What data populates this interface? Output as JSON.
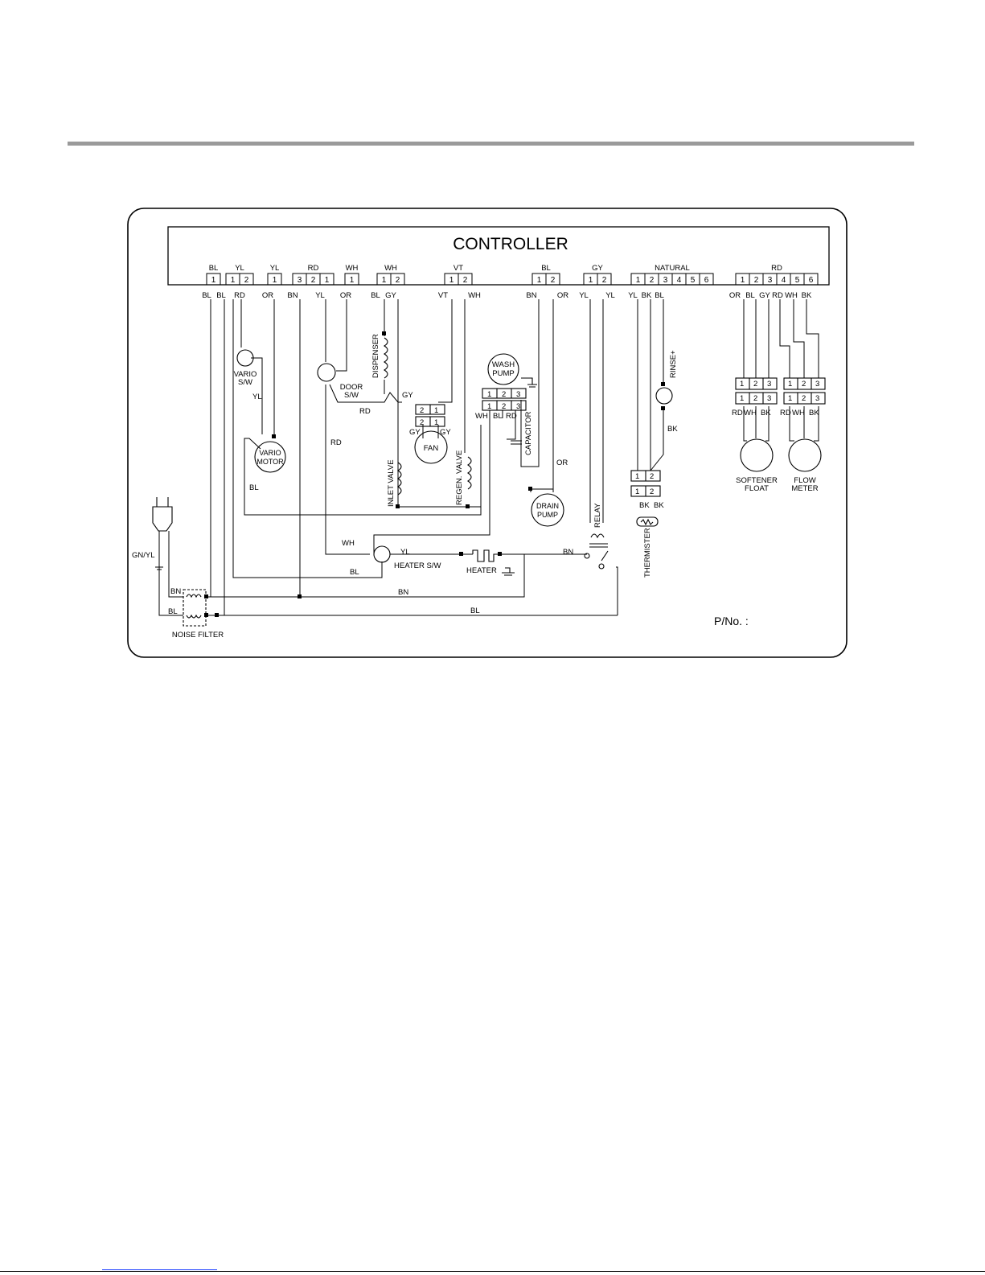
{
  "controller_title": "CONTROLLER",
  "part_number_label": "P/No. :",
  "controller_connectors": [
    {
      "id": "c1",
      "color": "BL",
      "pins": [
        "1"
      ]
    },
    {
      "id": "c2",
      "color": "YL",
      "pins": [
        "1",
        "2"
      ]
    },
    {
      "id": "c3",
      "color": "YL",
      "pins": [
        "1"
      ]
    },
    {
      "id": "c4",
      "color": "RD",
      "pins": [
        "3",
        "2",
        "1"
      ]
    },
    {
      "id": "c5",
      "color": "WH",
      "pins": [
        "1"
      ]
    },
    {
      "id": "c6",
      "color": "WH",
      "pins": [
        "1",
        "2"
      ]
    },
    {
      "id": "c7",
      "color": "VT",
      "pins": [
        "1",
        "2"
      ]
    },
    {
      "id": "c8",
      "color": "BL",
      "pins": [
        "1",
        "2"
      ]
    },
    {
      "id": "c9",
      "color": "GY",
      "pins": [
        "1",
        "2"
      ]
    },
    {
      "id": "c10",
      "color": "NATURAL",
      "pins": [
        "1",
        "2",
        "3",
        "4",
        "5",
        "6"
      ]
    },
    {
      "id": "c11",
      "color": "RD",
      "pins": [
        "1",
        "2",
        "3",
        "4",
        "5",
        "6"
      ]
    }
  ],
  "wire_colors_below_controller": [
    "BL",
    "BL",
    "RD",
    "OR",
    "BN",
    "YL",
    "OR",
    "BL",
    "GY",
    "VT",
    "WH",
    "BN",
    "OR",
    "YL",
    "YL",
    "YL",
    "BK",
    "BL",
    "OR",
    "BL",
    "GY",
    "RD",
    "WH",
    "BK"
  ],
  "components": {
    "vario_sw": [
      "VARIO",
      "S/W"
    ],
    "vario_motor": [
      "VARIO",
      "MOTOR"
    ],
    "door_sw": [
      "DOOR",
      "S/W"
    ],
    "dispenser": "DISPENSER",
    "fan": "FAN",
    "wash_pump": [
      "WASH",
      "PUMP"
    ],
    "capacitor": "CAPACITOR",
    "inlet_valve": "INLET VALVE",
    "regen_valve": "REGEN. VALVE",
    "drain_pump": [
      "DRAIN",
      "PUMP"
    ],
    "heater_sw": "HEATER S/W",
    "heater": "HEATER",
    "relay": "RELAY",
    "rinse": "RINSE+",
    "thermister": "THERMISTER",
    "softener_float": [
      "SOFTENER",
      "FLOAT"
    ],
    "flow_meter": [
      "FLOW",
      "METER"
    ],
    "noise_filter": "NOISE FILTER"
  },
  "wire_labels": {
    "vario_yl": "YL",
    "vario_bl": "BL",
    "door_rd": "RD",
    "door_rd2": "RD",
    "gy_fan": "GY",
    "fan_gy_left": "GY",
    "fan_gy_right": "GY",
    "fan_conn_a": [
      "2",
      "1"
    ],
    "fan_conn_b": [
      "2",
      "1"
    ],
    "wash_conn_a": [
      "1",
      "2",
      "3"
    ],
    "wash_conn_b": [
      "1",
      "2",
      "3"
    ],
    "wash_wires": [
      "WH",
      "BL",
      "RD"
    ],
    "drain_or": "OR",
    "heater_wh": "WH",
    "heater_yl": "YL",
    "heater_bl": "BL",
    "relay_bn": "BN",
    "main_bn": "BN",
    "main_bl": "BL",
    "plug_gnyl": "GN/YL",
    "filter_bn": "BN",
    "filter_bl": "BL",
    "rinse_bk": "BK",
    "therm_conn_a": [
      "1",
      "2"
    ],
    "therm_conn_b": [
      "1",
      "2"
    ],
    "therm_wires": [
      "BK",
      "BK"
    ],
    "softener_conn_a": [
      "1",
      "2",
      "3"
    ],
    "softener_conn_b": [
      "1",
      "2",
      "3"
    ],
    "softener_wires": [
      "RD",
      "WH",
      "BK"
    ],
    "flow_conn_a": [
      "1",
      "2",
      "3"
    ],
    "flow_conn_b": [
      "1",
      "2",
      "3"
    ],
    "flow_wires": [
      "RD",
      "WH",
      "BK"
    ]
  }
}
